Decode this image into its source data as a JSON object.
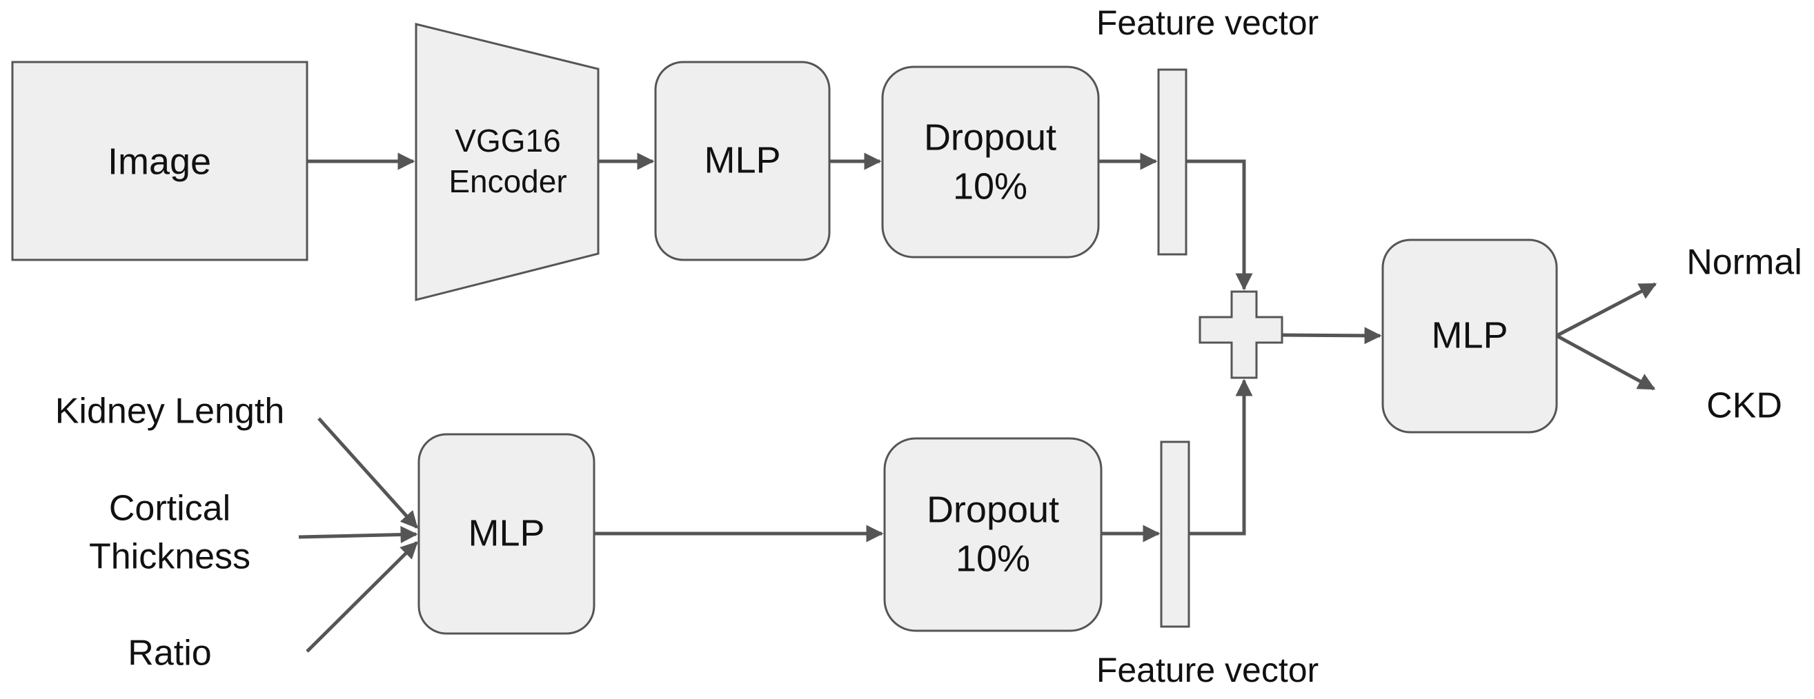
{
  "nodes": {
    "image": "Image",
    "encoder_line1": "VGG16",
    "encoder_line2": "Encoder",
    "mlp_top": "MLP",
    "dropout_top_line1": "Dropout",
    "dropout_top_line2": "10%",
    "feature_top": "Feature vector",
    "mlp_bottom": "MLP",
    "dropout_bottom_line1": "Dropout",
    "dropout_bottom_line2": "10%",
    "feature_bottom": "Feature vector",
    "mlp_final": "MLP"
  },
  "inputs": {
    "kidney_length": "Kidney Length",
    "cortical_line1": "Cortical",
    "cortical_line2": "Thickness",
    "ratio": "Ratio"
  },
  "outputs": {
    "normal": "Normal",
    "ckd": "CKD"
  },
  "colors": {
    "box_fill": "#efefef",
    "stroke": "#555555",
    "text": "#111111"
  }
}
